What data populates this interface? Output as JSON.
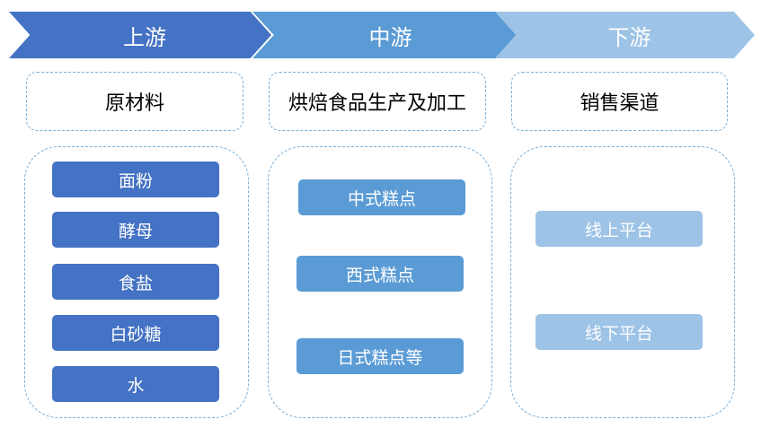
{
  "stages": [
    {
      "arrow_label": "上游",
      "header": "原材料",
      "items": [
        "面粉",
        "酵母",
        "食盐",
        "白砂糖",
        "水"
      ],
      "color": "#4472c4"
    },
    {
      "arrow_label": "中游",
      "header": "烘焙食品生产及加工",
      "items": [
        "中式糕点",
        "西式糕点",
        "日式糕点等"
      ],
      "color": "#5b9bd5"
    },
    {
      "arrow_label": "下游",
      "header": "销售渠道",
      "items": [
        "线上平台",
        "线下平台"
      ],
      "color": "#9dc3e6"
    }
  ]
}
